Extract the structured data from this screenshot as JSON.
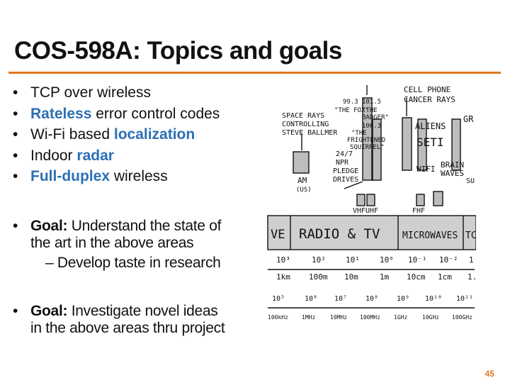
{
  "slide": {
    "title": "COS-598A: Topics and goals",
    "page_number": "45",
    "accent_color": "#e0781f",
    "highlight_color": "#2b6fb5"
  },
  "bullets": [
    {
      "parts": [
        {
          "text": "TCP over wireless",
          "hl": false
        }
      ]
    },
    {
      "parts": [
        {
          "text": "Rateless",
          "hl": true
        },
        {
          "text": " error control codes",
          "hl": false
        }
      ]
    },
    {
      "parts": [
        {
          "text": "Wi-Fi based ",
          "hl": false
        },
        {
          "text": "localization",
          "hl": true
        }
      ]
    },
    {
      "parts": [
        {
          "text": "Indoor ",
          "hl": false
        },
        {
          "text": "radar",
          "hl": true
        }
      ]
    },
    {
      "parts": [
        {
          "text": "Full-duplex",
          "hl": true
        },
        {
          "text": " wireless",
          "hl": false
        }
      ]
    }
  ],
  "goals": [
    {
      "label": "Goal:",
      "line1": " Understand the state of",
      "line2": "the art in the above areas",
      "sub": "– Develop taste in research"
    },
    {
      "label": "Goal:",
      "line1": " Investigate novel ideas",
      "line2": "in the above areas thru project"
    }
  ],
  "comic": {
    "labels": {
      "cell": "CELL PHONE",
      "cancer": "CANCER RAYS",
      "fox_freq": "99.3",
      "fox": "\"THE FOX\"",
      "badger_freq": "101.5",
      "badger_the": "\"THE",
      "badger": "BADGER\"",
      "squirrel_freq": "106.3",
      "squirrel_the": "\"THE",
      "squirrel_frightened": "FRIGHTENED",
      "squirrel": "SQUIRREL\"",
      "space1": "SPACE RAYS",
      "space2": "CONTROLLING",
      "space3": "STEVE BALLMER",
      "npr1": "24/7",
      "npr2": "NPR",
      "npr3": "PLEDGE",
      "npr4": "DRIVES",
      "aliens": "ALIENS",
      "seti": "SETI",
      "gr": "GR",
      "am": "AM",
      "am_us": "(US)",
      "wifi": "WIFI",
      "brain1": "BRAIN",
      "brain2": "WAVES",
      "su": "SU",
      "vhf": "VHF",
      "uhf": "UHF",
      "fhf": "FHF",
      "band_ve": "VE",
      "band_radio": "RADIO & TV",
      "band_micro": "MICROWAVES",
      "band_tc": "TC",
      "wl": [
        "10³",
        "10²",
        "10¹",
        "10⁰",
        "10⁻¹",
        "10⁻²",
        "1"
      ],
      "wl_units": [
        "1km",
        "100m",
        "10m",
        "1m",
        "10cm",
        "1cm",
        "1."
      ],
      "fr": [
        "10⁵",
        "10⁶",
        "10⁷",
        "10⁸",
        "10⁹",
        "10¹⁰",
        "10¹¹"
      ],
      "fr_units": [
        "100kHz",
        "1MHz",
        "10MHz",
        "100MHz",
        "1GHz",
        "10GHz",
        "100GHz"
      ]
    }
  }
}
